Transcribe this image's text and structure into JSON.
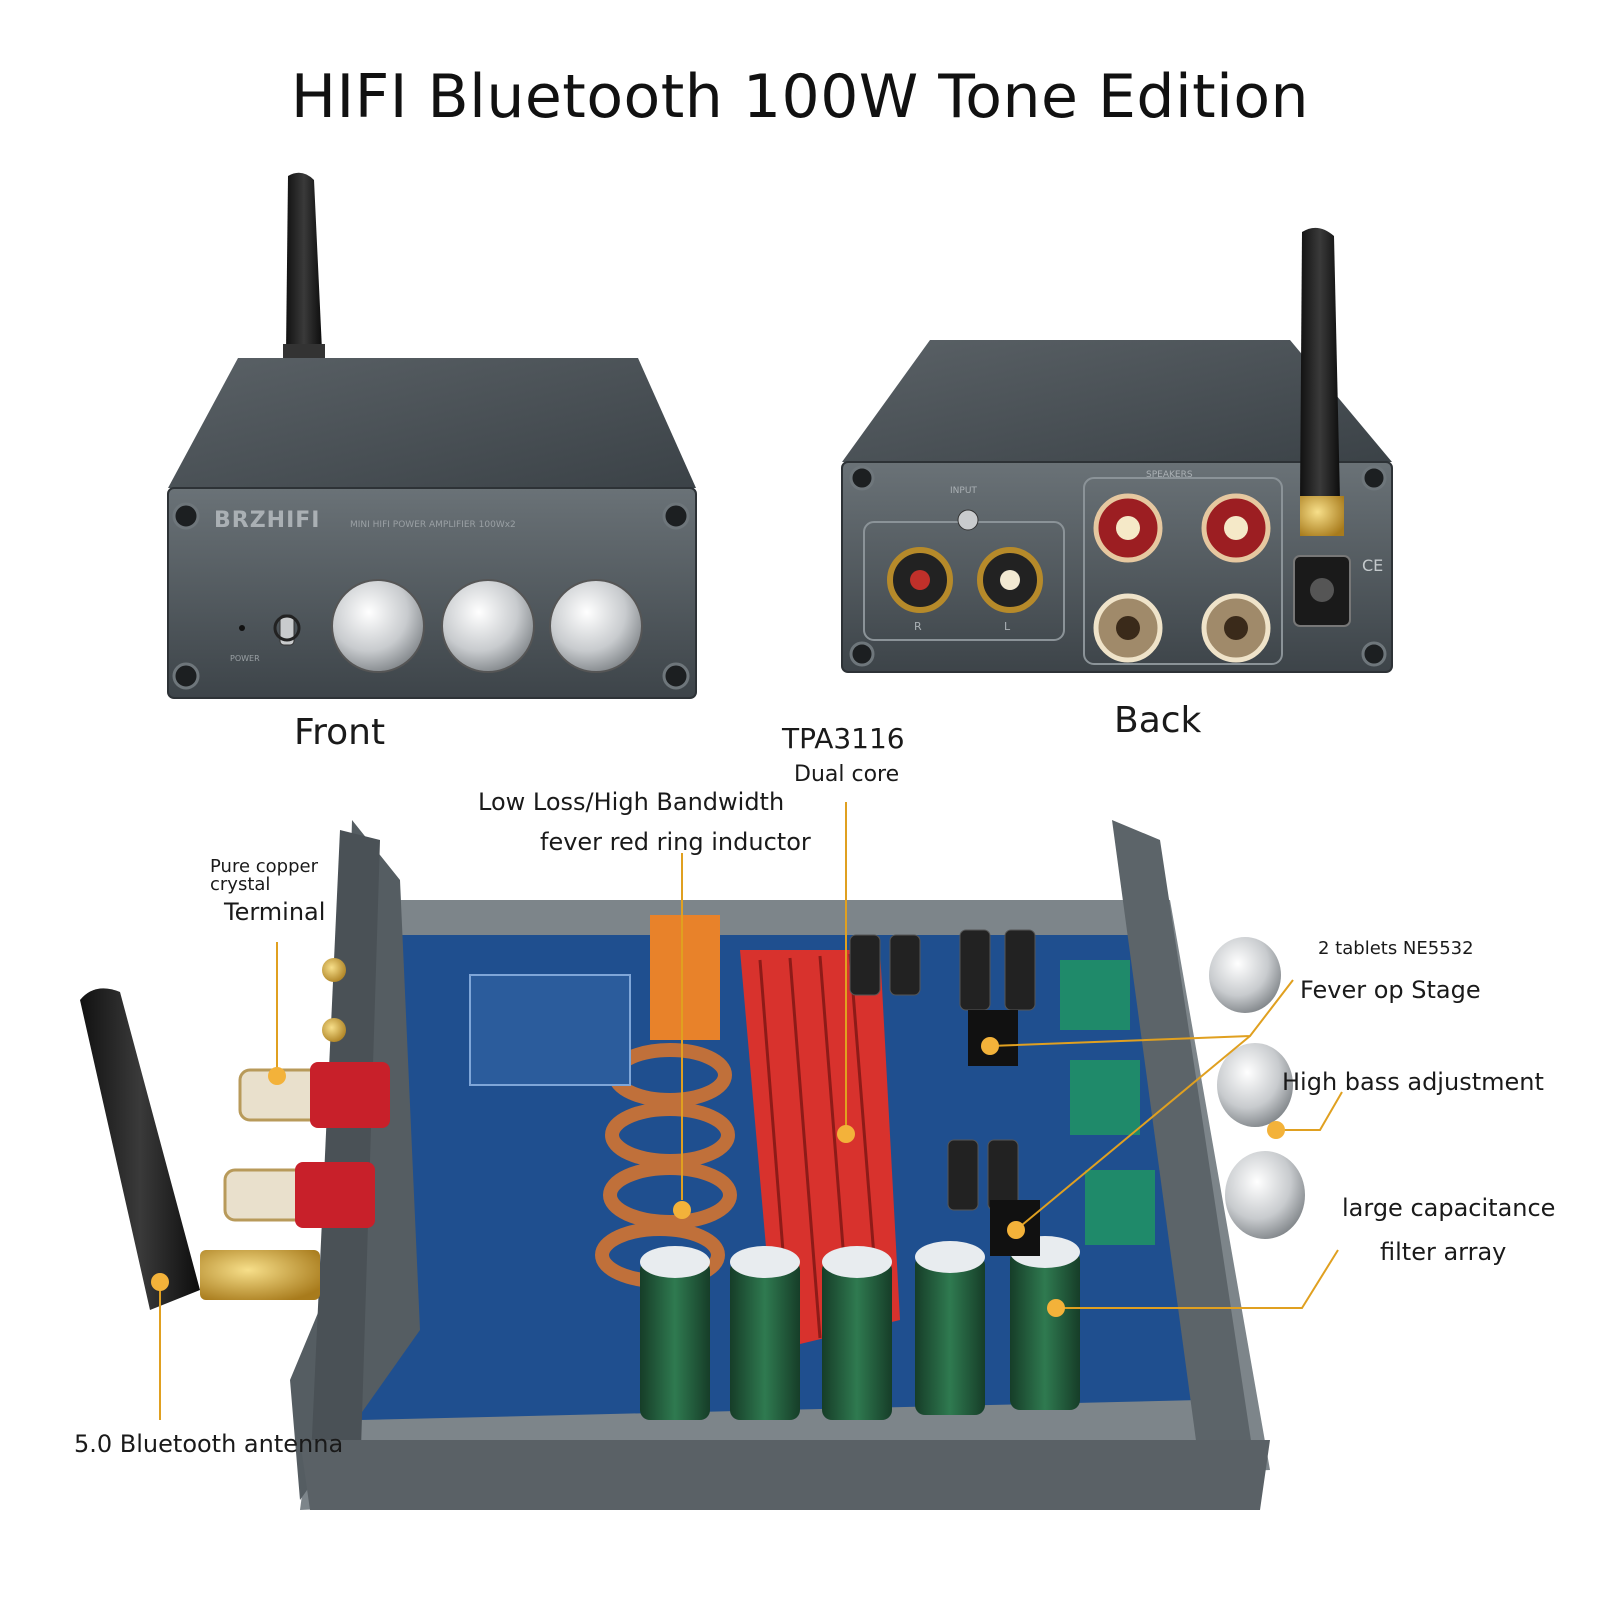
{
  "title": "HIFI Bluetooth 100W Tone Edition",
  "views": {
    "front": "Front",
    "back": "Back",
    "front_brand": "BRZHIFI",
    "front_model": "MINI HIFI POWER AMPLIFIER 100Wx2",
    "front_power": "POWER",
    "back_input": "INPUT",
    "back_speakers": "SPEAKERS",
    "back_r": "R",
    "back_l": "L",
    "back_ce": "CE"
  },
  "callouts": {
    "chip_model": "TPA3116",
    "chip_desc": "Dual core",
    "inductor_line1": "Low Loss/High Bandwidth",
    "inductor_line2": "fever red ring inductor",
    "terminal_line1": "Pure copper",
    "terminal_line2": "crystal",
    "terminal_line3": "Terminal",
    "opamp_count": "2 tablets NE5532",
    "opamp_desc": "Fever op Stage",
    "tone": "High bass adjustment",
    "caps_line1": "large capacitance",
    "caps_line2": "filter array",
    "antenna": "5.0 Bluetooth antenna"
  },
  "colors": {
    "callout_line": "#e0a020",
    "callout_dot": "#f3b23a",
    "chassis": "#4b5257",
    "pcb": "#1f4f8f",
    "heatsink": "#d8322d",
    "copper": "#c0703a",
    "capacitor": "#1f5a3a"
  }
}
